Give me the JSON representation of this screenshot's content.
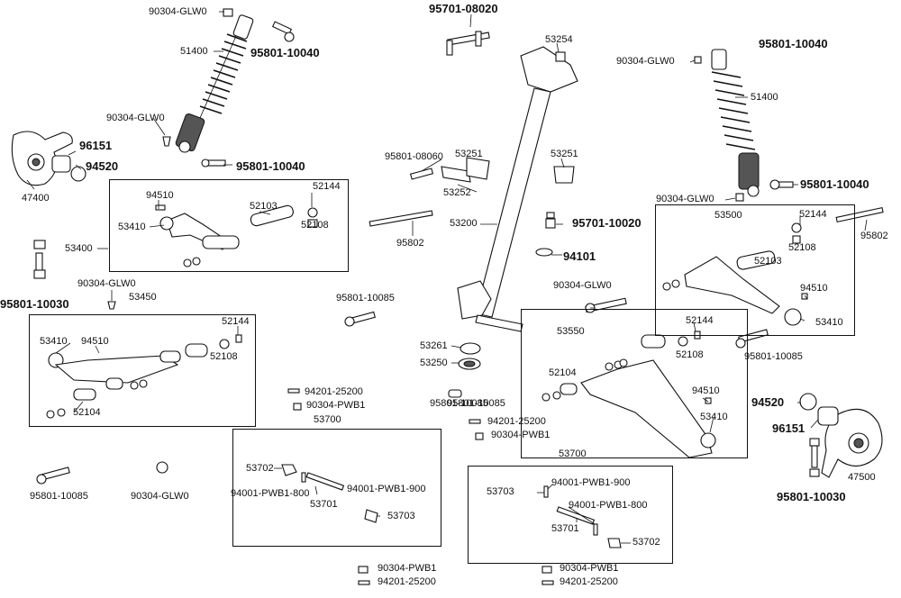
{
  "labels": {
    "l01": "90304-GLW0",
    "l02": "95801-10040",
    "l03": "51400",
    "l04": "90304-GLW0",
    "l05": "95801-10040",
    "l06": "96151",
    "l07": "94520",
    "l08": "47400",
    "l09": "94510",
    "l10": "53410",
    "l11": "52103",
    "l12": "52144",
    "l13": "52108",
    "l14": "53400",
    "l15": "95801-10030",
    "l16": "90304-GLW0",
    "l17": "53450",
    "l18": "52144",
    "l19": "53410",
    "l20": "94510",
    "l21": "52108",
    "l22": "52104",
    "l23": "95801-10085",
    "l24": "90304-GLW0",
    "l25": "95801-10085",
    "l26": "95701-08020",
    "l27": "53254",
    "l28": "95801-08060",
    "l29": "53251",
    "l30": "53252",
    "l31": "53251",
    "l32": "53200",
    "l33": "95802",
    "l34": "95701-10020",
    "l35": "94101",
    "l36": "95801-10085",
    "l37": "53261",
    "l38": "53250",
    "l39": "95801-10085",
    "l40": "94201-25200",
    "l41": "90304-PWB1",
    "l42": "53700",
    "l43": "53702",
    "l44": "94001-PWB1-800",
    "l45": "94001-PWB1-900",
    "l46": "53701",
    "l47": "53703",
    "l48": "94201-25200",
    "l49": "90304-PWB1",
    "l50": "95801-10040",
    "l51": "90304-GLW0",
    "l52": "51400",
    "l53": "90304-GLW0",
    "l54": "95801-10040",
    "l55": "53500",
    "l56": "52144",
    "l57": "95802",
    "l58": "52108",
    "l59": "52103",
    "l60": "94510",
    "l61": "53410",
    "l62": "90304-GLW0",
    "l63": "53550",
    "l64": "52144",
    "l65": "52104",
    "l66": "52108",
    "l67": "94510",
    "l68": "53410",
    "l69": "95801-10085",
    "l70": "94520",
    "l71": "96151",
    "l72": "47500",
    "l73": "95801-10030",
    "l74": "53700",
    "l75": "53703",
    "l76": "94001-PWB1-900",
    "l77": "94001-PWB1-800",
    "l78": "53701",
    "l79": "53702",
    "l80": "90304-PWB1",
    "l81": "94201-25200",
    "l82": "90304-PWB1",
    "l83": "94201-25200"
  }
}
